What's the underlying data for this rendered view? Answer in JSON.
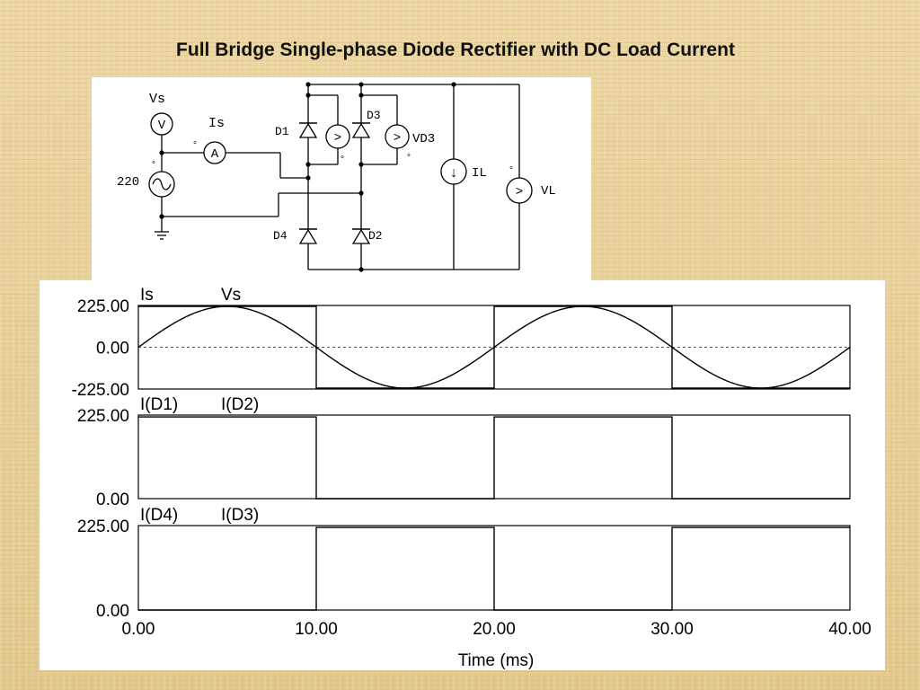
{
  "slide": {
    "title": "Full Bridge Single-phase Diode Rectifier with DC Load Current"
  },
  "circuit": {
    "source_label": "Vs",
    "source_meter": "V",
    "source_value": "220",
    "ammeter_label": "Is",
    "ammeter_symbol": "A",
    "voltmeter_symbol": ">",
    "current_source_symbol": "↓",
    "diodes": {
      "d1": "D1",
      "d2": "D2",
      "d3": "D3",
      "d4": "D4"
    },
    "vd3_label": "VD3",
    "load_current_label": "IL",
    "load_voltage_label": "VL"
  },
  "chart_data": {
    "type": "line",
    "xlabel": "Time (ms)",
    "xlim": [
      0,
      40
    ],
    "x_ticks": [
      "0.00",
      "10.00",
      "20.00",
      "30.00",
      "40.00"
    ],
    "colors": {
      "trace": "#000000",
      "zero_line": "#555555"
    },
    "panels": [
      {
        "title_labels": [
          "Is",
          "Vs"
        ],
        "ylim": [
          -225,
          225
        ],
        "y_ticks": [
          "225.00",
          "0.00",
          "-225.00"
        ],
        "zero_line": true,
        "series": [
          {
            "name": "Is",
            "kind": "square",
            "x": [
              0,
              10,
              10,
              20,
              20,
              30,
              30,
              40
            ],
            "y": [
              220,
              220,
              -220,
              -220,
              220,
              220,
              -220,
              -220
            ]
          },
          {
            "name": "Vs",
            "kind": "sine",
            "amplitude": 220,
            "period_ms": 20
          }
        ]
      },
      {
        "title_labels": [
          "I(D1)",
          "I(D2)"
        ],
        "ylim": [
          0,
          225
        ],
        "y_ticks": [
          "225.00",
          "0.00"
        ],
        "zero_line": false,
        "series": [
          {
            "name": "I(D1)",
            "kind": "step",
            "x": [
              0,
              10,
              10,
              20,
              20,
              30,
              30,
              40
            ],
            "y": [
              220,
              220,
              0,
              0,
              220,
              220,
              0,
              0
            ]
          }
        ]
      },
      {
        "title_labels": [
          "I(D4)",
          "I(D3)"
        ],
        "ylim": [
          0,
          225
        ],
        "y_ticks": [
          "225.00",
          "0.00"
        ],
        "zero_line": false,
        "series": [
          {
            "name": "I(D4)",
            "kind": "step",
            "x": [
              0,
              10,
              10,
              20,
              20,
              30,
              30,
              40
            ],
            "y": [
              0,
              0,
              220,
              220,
              0,
              0,
              220,
              220
            ]
          }
        ]
      }
    ]
  }
}
